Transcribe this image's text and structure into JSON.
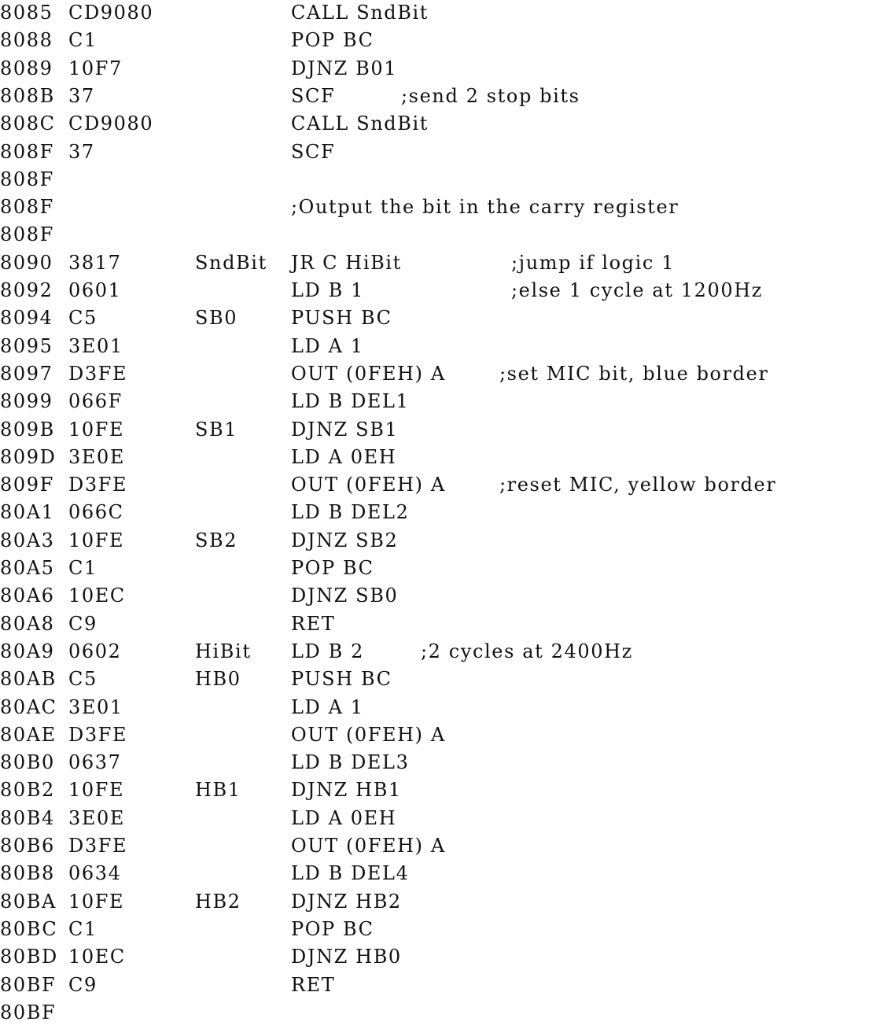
{
  "listing": [
    {
      "addr": "8085",
      "hex": "CD9080",
      "label": "",
      "instr": "CALL SndBit",
      "comment": ""
    },
    {
      "addr": "8088",
      "hex": "C1",
      "label": "",
      "instr": "POP BC",
      "comment": ""
    },
    {
      "addr": "8089",
      "hex": "10F7",
      "label": "",
      "instr": "DJNZ B01",
      "comment": ""
    },
    {
      "addr": "808B",
      "hex": "37",
      "label": "",
      "instr": "SCF",
      "comment": ";send 2 stop bits"
    },
    {
      "addr": "808C",
      "hex": "CD9080",
      "label": "",
      "instr": "CALL SndBit",
      "comment": ""
    },
    {
      "addr": "808F",
      "hex": "37",
      "label": "",
      "instr": "SCF",
      "comment": ""
    },
    {
      "addr": "808F",
      "hex": "",
      "label": "",
      "instr": "",
      "comment": ""
    },
    {
      "addr": "808F",
      "hex": "",
      "label": "",
      "instr": "",
      "comment": ";Output the bit in the carry register"
    },
    {
      "addr": "808F",
      "hex": "",
      "label": "",
      "instr": "",
      "comment": ""
    },
    {
      "addr": "8090",
      "hex": "3817",
      "label": "SndBit",
      "instr": "JR C HiBit",
      "comment": ";jump if logic 1"
    },
    {
      "addr": "8092",
      "hex": "0601",
      "label": "",
      "instr": "LD B 1",
      "comment": ";else 1 cycle at 1200Hz"
    },
    {
      "addr": "8094",
      "hex": "C5",
      "label": "SB0",
      "instr": "PUSH BC",
      "comment": ""
    },
    {
      "addr": "8095",
      "hex": "3E01",
      "label": "",
      "instr": "LD A 1",
      "comment": ""
    },
    {
      "addr": "8097",
      "hex": "D3FE",
      "label": "",
      "instr": "OUT (0FEH) A",
      "comment": ";set MIC bit, blue border"
    },
    {
      "addr": "8099",
      "hex": "066F",
      "label": "",
      "instr": "LD B DEL1",
      "comment": ""
    },
    {
      "addr": "809B",
      "hex": "10FE",
      "label": "SB1",
      "instr": "DJNZ SB1",
      "comment": ""
    },
    {
      "addr": "809D",
      "hex": "3E0E",
      "label": "",
      "instr": "LD A 0EH",
      "comment": ""
    },
    {
      "addr": "809F",
      "hex": "D3FE",
      "label": "",
      "instr": "OUT (0FEH) A",
      "comment": ";reset MIC, yellow border"
    },
    {
      "addr": "80A1",
      "hex": "066C",
      "label": "",
      "instr": "LD B DEL2",
      "comment": ""
    },
    {
      "addr": "80A3",
      "hex": "10FE",
      "label": "SB2",
      "instr": "DJNZ SB2",
      "comment": ""
    },
    {
      "addr": "80A5",
      "hex": "C1",
      "label": "",
      "instr": "POP BC",
      "comment": ""
    },
    {
      "addr": "80A6",
      "hex": "10EC",
      "label": "",
      "instr": "DJNZ SB0",
      "comment": ""
    },
    {
      "addr": "80A8",
      "hex": "C9",
      "label": "",
      "instr": "RET",
      "comment": ""
    },
    {
      "addr": "80A9",
      "hex": "0602",
      "label": "HiBit",
      "instr": "LD B 2",
      "comment": ";2 cycles at 2400Hz"
    },
    {
      "addr": "80AB",
      "hex": "C5",
      "label": "HB0",
      "instr": "PUSH BC",
      "comment": ""
    },
    {
      "addr": "80AC",
      "hex": "3E01",
      "label": "",
      "instr": "LD A 1",
      "comment": ""
    },
    {
      "addr": "80AE",
      "hex": "D3FE",
      "label": "",
      "instr": "OUT (0FEH) A",
      "comment": ""
    },
    {
      "addr": "80B0",
      "hex": "0637",
      "label": "",
      "instr": "LD B DEL3",
      "comment": ""
    },
    {
      "addr": "80B2",
      "hex": "10FE",
      "label": "HB1",
      "instr": "DJNZ HB1",
      "comment": ""
    },
    {
      "addr": "80B4",
      "hex": "3E0E",
      "label": "",
      "instr": "LD A 0EH",
      "comment": ""
    },
    {
      "addr": "80B6",
      "hex": "D3FE",
      "label": "",
      "instr": "OUT (0FEH) A",
      "comment": ""
    },
    {
      "addr": "80B8",
      "hex": "0634",
      "label": "",
      "instr": "LD B DEL4",
      "comment": ""
    },
    {
      "addr": "80BA",
      "hex": "10FE",
      "label": "HB2",
      "instr": "DJNZ HB2",
      "comment": ""
    },
    {
      "addr": "80BC",
      "hex": "C1",
      "label": "",
      "instr": "POP BC",
      "comment": ""
    },
    {
      "addr": "80BD",
      "hex": "10EC",
      "label": "",
      "instr": "DJNZ HB0",
      "comment": ""
    },
    {
      "addr": "80BF",
      "hex": "C9",
      "label": "",
      "instr": "RET",
      "comment": ""
    },
    {
      "addr": "80BF",
      "hex": "",
      "label": "",
      "instr": "",
      "comment": ""
    }
  ]
}
